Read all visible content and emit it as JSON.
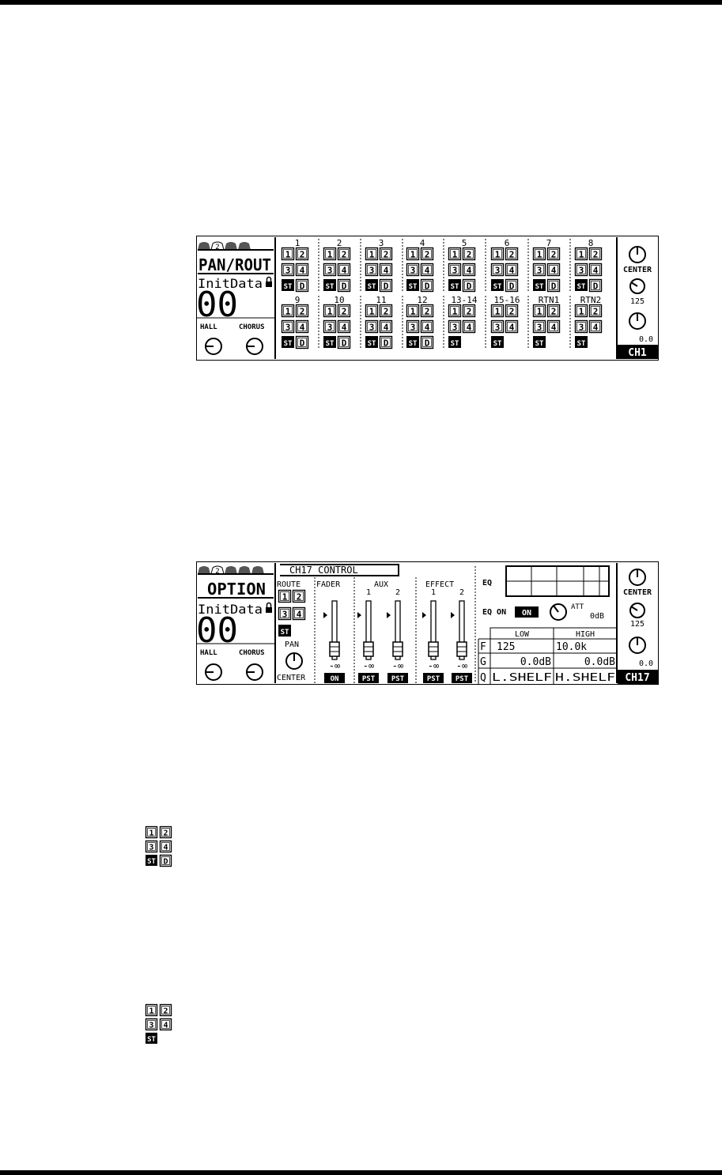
{
  "page": {
    "background": "#ffffff",
    "rule_color": "#000000"
  },
  "pan_rout": {
    "screen_tabs": [
      "",
      "2",
      "",
      ""
    ],
    "title": "PAN/ROUT",
    "scene_label": "InitData",
    "scene_number": "00",
    "hall_label": "HALL",
    "chorus_label": "CHORUS",
    "channels_top": [
      "1",
      "2",
      "3",
      "4",
      "5",
      "6",
      "7",
      "8"
    ],
    "channels_bottom": [
      "9",
      "10",
      "11",
      "12",
      "13-14",
      "15-16",
      "RTN1",
      "RTN2"
    ],
    "route_buttons": {
      "b1": "1",
      "b2": "2",
      "b3": "3",
      "b4": "4",
      "st": "ST",
      "d": "D"
    },
    "right_panel": {
      "pan_label": "CENTER",
      "freq_value": "125",
      "gain_value": "0.0",
      "channel": "CH1"
    }
  },
  "option": {
    "screen_tabs": [
      "",
      "2",
      "",
      "",
      ""
    ],
    "title": "OPTION",
    "scene_label": "InitData",
    "scene_number": "00",
    "hall_label": "HALL",
    "chorus_label": "CHORUS",
    "header": "CH17 CONTROL",
    "route_label": "ROUTE",
    "route_buttons": {
      "b1": "1",
      "b2": "2",
      "b3": "3",
      "b4": "4",
      "st": "ST"
    },
    "pan_label": "PAN",
    "pan_value": "CENTER",
    "fader_label": "FADER",
    "aux_label": "AUX",
    "effect_label": "EFFECT",
    "send_numbers": [
      "1",
      "2"
    ],
    "fader_value": "-∞",
    "on_button": "ON",
    "pst_button": "PST",
    "eq_label": "EQ",
    "eq_on_label": "EQ ON",
    "eq_on_button": "ON",
    "att_label": "ATT",
    "att_value": "0dB",
    "eq_table": {
      "col_low": "LOW",
      "col_high": "HIGH",
      "row_f": "F",
      "row_g": "G",
      "row_q": "Q",
      "f_low": "125",
      "f_high": "10.0k",
      "g_low": "0.0dB",
      "g_high": "0.0dB",
      "q_low": "L.SHELF",
      "q_high": "H.SHELF"
    },
    "right_panel": {
      "pan_label": "CENTER",
      "freq_value": "125",
      "gain_value": "0.0",
      "channel": "CH17"
    }
  },
  "legend_icons_1": {
    "b1": "1",
    "b2": "2",
    "b3": "3",
    "b4": "4",
    "st": "ST",
    "d": "D"
  },
  "legend_icons_2": {
    "b1": "1",
    "b2": "2",
    "b3": "3",
    "b4": "4",
    "st": "ST"
  }
}
